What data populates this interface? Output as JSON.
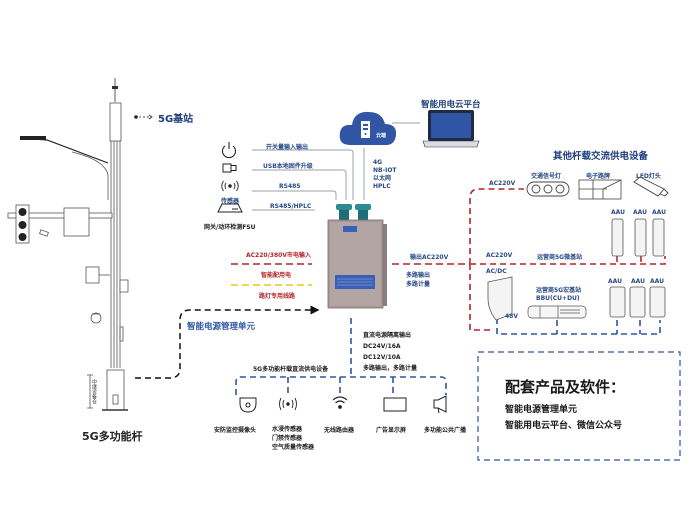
{
  "pole": {
    "base_station_label": "5G基站",
    "pole_label": "5G多功能杆",
    "repeater_cabin_label": "中继设备仓"
  },
  "left_inputs": {
    "switch_io": "开关量输入输出",
    "usb_upgrade": "USB本地固件升级",
    "rs485": "RS485",
    "sensor_label": "传感器",
    "rs485_hplc": "RS485/HPLC",
    "gateway_label": "网关/动环检测FSU"
  },
  "cloud": {
    "cloud_label": "云端",
    "platform_title": "智能用电云平台",
    "comm_links": [
      "4G",
      "NB-IOT",
      "以太网",
      "HPLC"
    ]
  },
  "legend": {
    "mains_input": "AC220/380V市电输入",
    "smart_distribution": "智能配用电",
    "streetlight_line": "路灯专用线路"
  },
  "power_unit": {
    "label": "智能电源管理单元",
    "output_ac": "输出AC220V",
    "multi_output": "多路输出",
    "multi_metering": "多路计量",
    "dc_output_lines": [
      "直流电源隔离输出",
      "DC24V/16A",
      "DC12V/10A",
      "多路输出，多路计量"
    ]
  },
  "other_ac": {
    "title": "其他杆载交流供电设备",
    "ac220_top": "AC220V",
    "ac220_mid": "AC220V",
    "traffic_light": "交通信号灯",
    "e_sign": "电子路牌",
    "led_lamp": "LED灯头",
    "aau": "AAU",
    "micro_station": "运营商5G微基站",
    "acdc": "AC/DC",
    "v48": "48V",
    "macro_station_line1": "运营商5G宏基站",
    "macro_station_line2": "BBU(CU+DU)"
  },
  "dc_devices": {
    "title": "5G多功能杆载直流供电设备",
    "items": [
      {
        "icon": "camera-icon",
        "label": "安防监控摄像头"
      },
      {
        "icon": "wireless-sensor-icon",
        "label": "水浸传感器\n门禁传感器\n空气质量传感器"
      },
      {
        "icon": "wifi-icon",
        "label": "无线路由器"
      },
      {
        "icon": "display-icon",
        "label": "广告显示屏"
      },
      {
        "icon": "speaker-icon",
        "label": "多功能公共广播"
      }
    ]
  },
  "bundle": {
    "title": "配套产品及软件：",
    "items": [
      "智能电源管理单元",
      "智能用电云平台、微信公众号"
    ]
  },
  "colors": {
    "blue": "#2f55a4",
    "dark_blue": "#1f3f7c",
    "red": "#b3262b",
    "yellow": "#f0c419",
    "gray_line": "#9aa3ad"
  }
}
